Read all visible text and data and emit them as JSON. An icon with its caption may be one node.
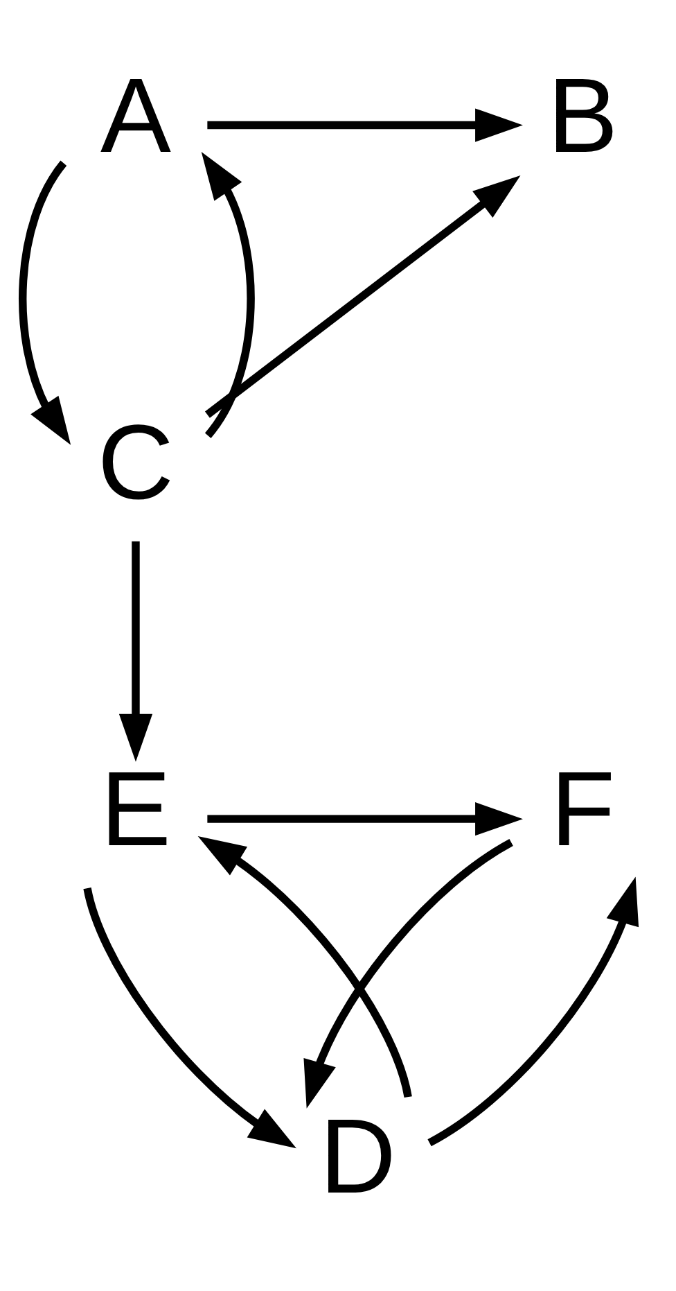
{
  "diagram": {
    "nodes": [
      {
        "text": [
          "A"
        ]
      },
      {
        "text": [
          "B"
        ]
      },
      {
        "text": [
          "C"
        ]
      },
      {
        "text": [
          "F"
        ]
      },
      {
        "text": [
          "E"
        ]
      },
      {
        "text": [
          "D"
        ]
      }
    ],
    "edges": [
      {
        "from": 0,
        "to": 1,
        "arrow": "to"
      },
      {
        "from": 0,
        "to": 2,
        "arrow": "to"
      },
      {
        "from": 2,
        "to": 0,
        "arrow": "to"
      },
      {
        "from": 2,
        "to": 1,
        "arrow": "to"
      },
      {
        "from": 2,
        "to": 4,
        "arrow": "to"
      },
      {
        "from": 4,
        "to": 3,
        "arrow": "to"
      },
      {
        "from": 3,
        "to": 5,
        "arrow": "to"
      },
      {
        "from": 5,
        "to": 3,
        "arrow": "to"
      },
      {
        "from": 5,
        "to": 4,
        "arrow": "to"
      },
      {
        "from": 4,
        "to": 5,
        "arrow": "to"
      }
    ]
  }
}
